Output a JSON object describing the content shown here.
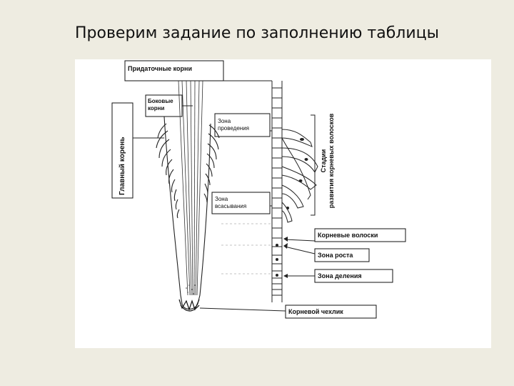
{
  "slide": {
    "title": "Проверим задание по заполнению таблицы"
  },
  "diagram": {
    "labels": {
      "adventitious_roots": "Придаточные корни",
      "lateral_roots": "Боковые\nкорни",
      "main_root": "Главный корень",
      "conduction_zone": "Зона\nпроведения",
      "absorption_zone": "Зона\nвсасывания",
      "root_hairs": "Корневые волоски",
      "growth_zone": "Зона роста",
      "division_zone": "Зона деления",
      "root_cap": "Корневой чехлик",
      "hair_stages": "Стадии\nразвития корневых волосков"
    }
  }
}
